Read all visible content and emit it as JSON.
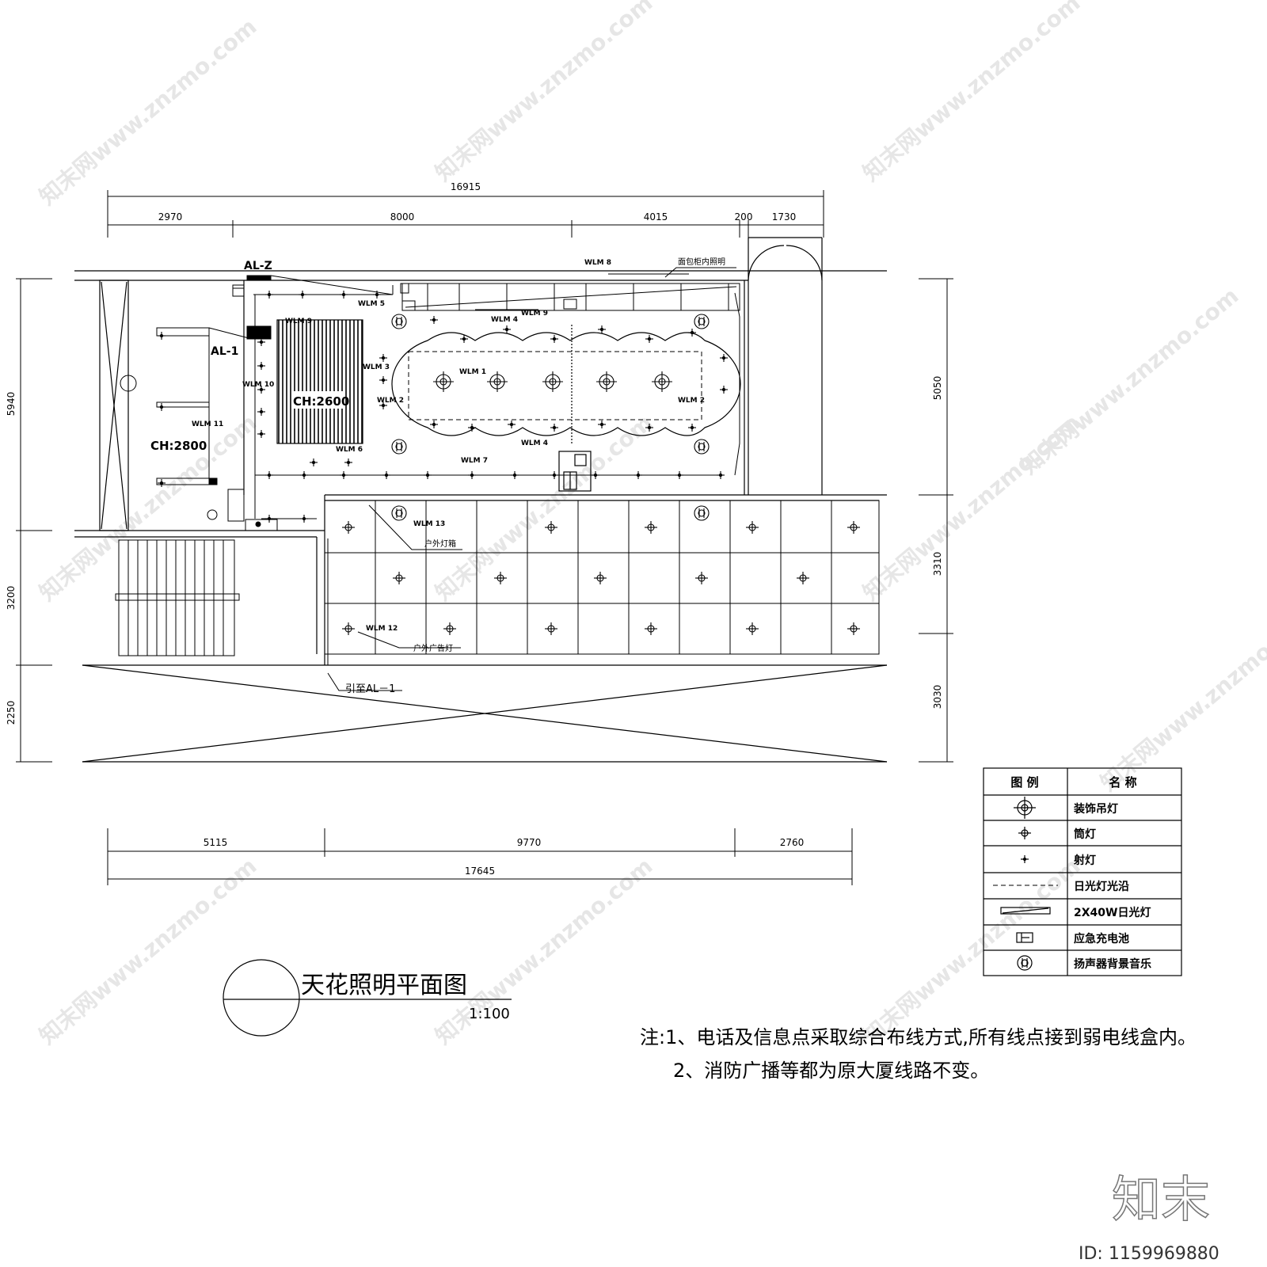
{
  "dimensions": {
    "top_total": "16915",
    "top_segments": [
      "2970",
      "8000",
      "4015",
      "200",
      "1730"
    ],
    "left": [
      "5940",
      "3200",
      "2250"
    ],
    "right": [
      "5050",
      "3310",
      "3030"
    ],
    "bottom_segments": [
      "5115",
      "9770",
      "2760"
    ],
    "bottom_total": "17645"
  },
  "panels": {
    "al_z": "AL-Z",
    "al_1": "AL-1"
  },
  "ceiling_heights": {
    "left_room": "CH:2800",
    "booth": "CH:2600"
  },
  "circuits": {
    "wlm1": "WLM 1",
    "wlm2a": "WLM 2",
    "wlm2b": "WLM 2",
    "wlm3": "WLM 3",
    "wlm4a": "WLM 4",
    "wlm4b": "WLM 4",
    "wlm5": "WLM 5",
    "wlm6": "WLM 6",
    "wlm7": "WLM 7",
    "wlm8": "WLM 8",
    "wlm9a": "WLM 9",
    "wlm9b": "WLM 9",
    "wlm10": "WLM 10",
    "wlm11": "WLM 11",
    "wlm12": "WLM 12",
    "wlm13": "WLM 13"
  },
  "annotations": {
    "bread_cabinet": "面包柜内照明",
    "outdoor_lightbox": "户外灯箱",
    "outdoor_adlight": "户外广告灯",
    "lead_to": "引至AL－1"
  },
  "legend": {
    "col_symbol": "图 例",
    "col_name": "名 称",
    "items": [
      {
        "symbol": "decorative-pendant-icon",
        "name": "装饰吊灯"
      },
      {
        "symbol": "downlight-icon",
        "name": "筒灯"
      },
      {
        "symbol": "spotlight-icon",
        "name": "射灯"
      },
      {
        "symbol": "dashed-line-icon",
        "name": "日光灯光沿"
      },
      {
        "symbol": "fluorescent-tube-icon",
        "name": "2X40W日光灯"
      },
      {
        "symbol": "emergency-battery-icon",
        "name": "应急充电池"
      },
      {
        "symbol": "speaker-icon",
        "name": "扬声器背景音乐"
      }
    ]
  },
  "title": {
    "text": "天花照明平面图",
    "scale": "1:100"
  },
  "notes": {
    "line1": "注:1、电话及信息点采取综合布线方式,所有线点接到弱电线盒内。",
    "line2": "2、消防广播等都为原大厦线路不变。"
  },
  "watermark": {
    "text": "知末网www.znzmo.com",
    "brand": "知末",
    "id": "ID: 1159969880"
  }
}
